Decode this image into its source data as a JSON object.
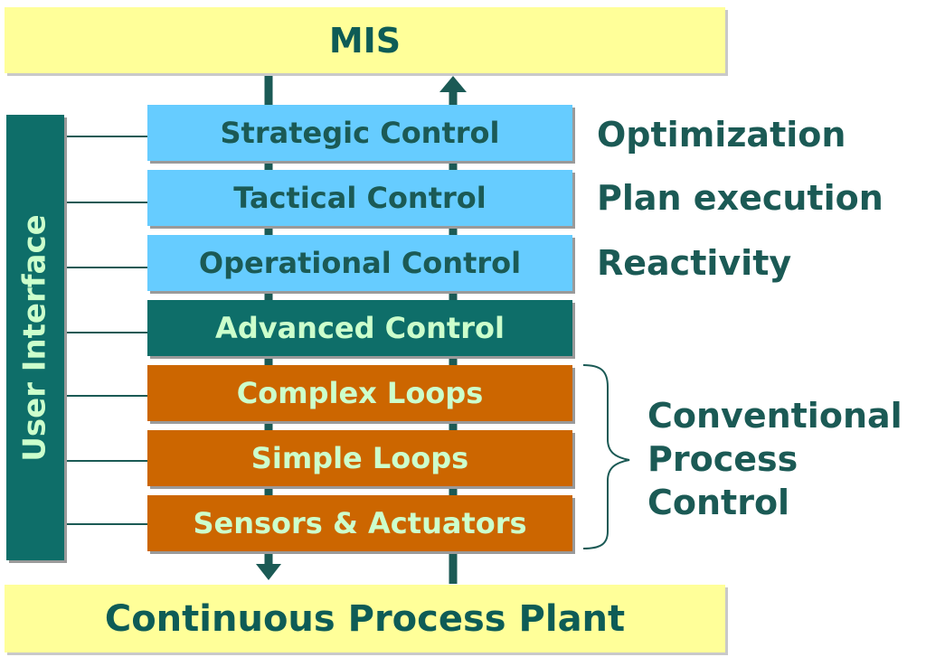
{
  "top": {
    "label": "MIS"
  },
  "bottom": {
    "label": "Continuous Process Plant"
  },
  "side_bar": {
    "label": "User Interface"
  },
  "layers": [
    {
      "label": "Strategic Control",
      "style": "light"
    },
    {
      "label": "Tactical Control",
      "style": "light"
    },
    {
      "label": "Operational Control",
      "style": "light"
    },
    {
      "label": "Advanced Control",
      "style": "teal"
    },
    {
      "label": "Complex Loops",
      "style": "orange"
    },
    {
      "label": "Simple Loops",
      "style": "orange"
    },
    {
      "label": "Sensors & Actuators",
      "style": "orange"
    }
  ],
  "layer_descriptions": [
    "Optimization",
    "Plan execution",
    "Reactivity"
  ],
  "conventional_group": {
    "lines": [
      "Conventional",
      "Process",
      "Control"
    ]
  },
  "colors": {
    "yellow_box": "#ffff99",
    "light_layer": "#66ccff",
    "teal_layer": "#0e6e69",
    "orange_layer": "#cc6600",
    "dark_text": "#1b5a55",
    "light_text": "#ccffcc"
  }
}
